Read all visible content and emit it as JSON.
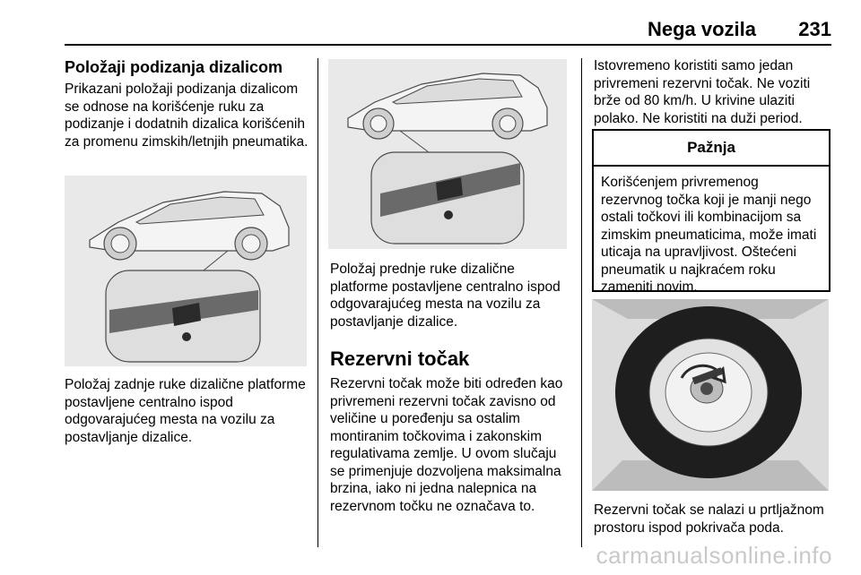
{
  "header": {
    "section": "Nega vozila",
    "page": "231"
  },
  "col1": {
    "heading": "Položaji podizanja dizalicom",
    "intro": "Prikazani položaji podizanja dizalicom se odnose na korišćenje ruku za podizanje i dodatnih dizalica korišćenih za promenu zimskih/letnjih pneumatika.",
    "caption": "Položaj zadnje ruke dizalične platforme postavljene centralno ispod odgovarajućeg mesta na vozilu za postavljanje dizalice."
  },
  "col2": {
    "caption": "Položaj prednje ruke dizalične platforme postavljene centralno ispod odgovarajućeg mesta na vozilu za postavljanje dizalice.",
    "heading": "Rezervni točak",
    "body": "Rezervni točak može biti određen kao privremeni rezervni točak zavisno od veličine u poređenju sa ostalim montiranim točkovima i zakonskim regulativama zemlje. U ovom slučaju se primenjuje dozvoljena maksimalna brzina, iako ni jedna nalepnica na rezervnom točku ne označava to."
  },
  "col3": {
    "intro": "Istovremeno koristiti samo jedan privremeni rezervni točak. Ne voziti brže od 80 km/h. U krivine ulaziti polako. Ne koristiti na duži period.",
    "caution_title": "Pažnja",
    "caution_text": "Korišćenjem privremenog rezervnog točka koji je manji nego ostali točkovi ili kombinacijom sa zimskim pneumaticima, može imati uticaja na upravljivost. Oštećeni pneumatik u najkraćem roku zameniti novim.",
    "caption": "Rezervni točak se nalazi u prtljažnom prostoru ispod pokrivača poda."
  },
  "watermark": "carmanualsonline.info",
  "colors": {
    "figure_bg": "#e9e9e9",
    "car_body": "#f4f4f4",
    "outline": "#4a4a4a",
    "jack": "#2a2a2a"
  }
}
